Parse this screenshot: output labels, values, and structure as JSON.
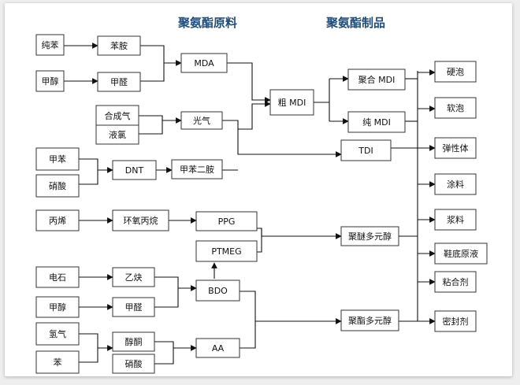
{
  "titles": {
    "raw_materials": "聚氨酯原料",
    "products": "聚氨酯制品"
  },
  "nodes": {
    "n1": "纯苯",
    "n2": "苯胺",
    "n3": "甲醇",
    "n4": "甲醛",
    "n5": "MDA",
    "n6": "粗 MDI",
    "n7": "聚合 MDI",
    "n8": "纯 MDI",
    "n9": "合成气",
    "n10": "液氯",
    "n11": "光气",
    "n12": "甲苯",
    "n13": "硝酸",
    "n14": "DNT",
    "n15": "甲苯二胺",
    "n16": "TDI",
    "n17": "丙烯",
    "n18": "环氧丙烷",
    "n19": "PPG",
    "n20": "PTMEG",
    "n21": "聚醚多元醇",
    "n22": "电石",
    "n23": "乙炔",
    "n24": "甲醇",
    "n25": "甲醛",
    "n26": "BDO",
    "n27": "氢气",
    "n28": "苯",
    "n29": "醇酮",
    "n30": "硝酸",
    "n31": "AA",
    "n32": "聚酯多元醇",
    "p1": "硬泡",
    "p2": "软泡",
    "p3": "弹性体",
    "p4": "涂料",
    "p5": "浆料",
    "p6": "鞋底原液",
    "p7": "粘合剂",
    "p8": "密封剂"
  }
}
